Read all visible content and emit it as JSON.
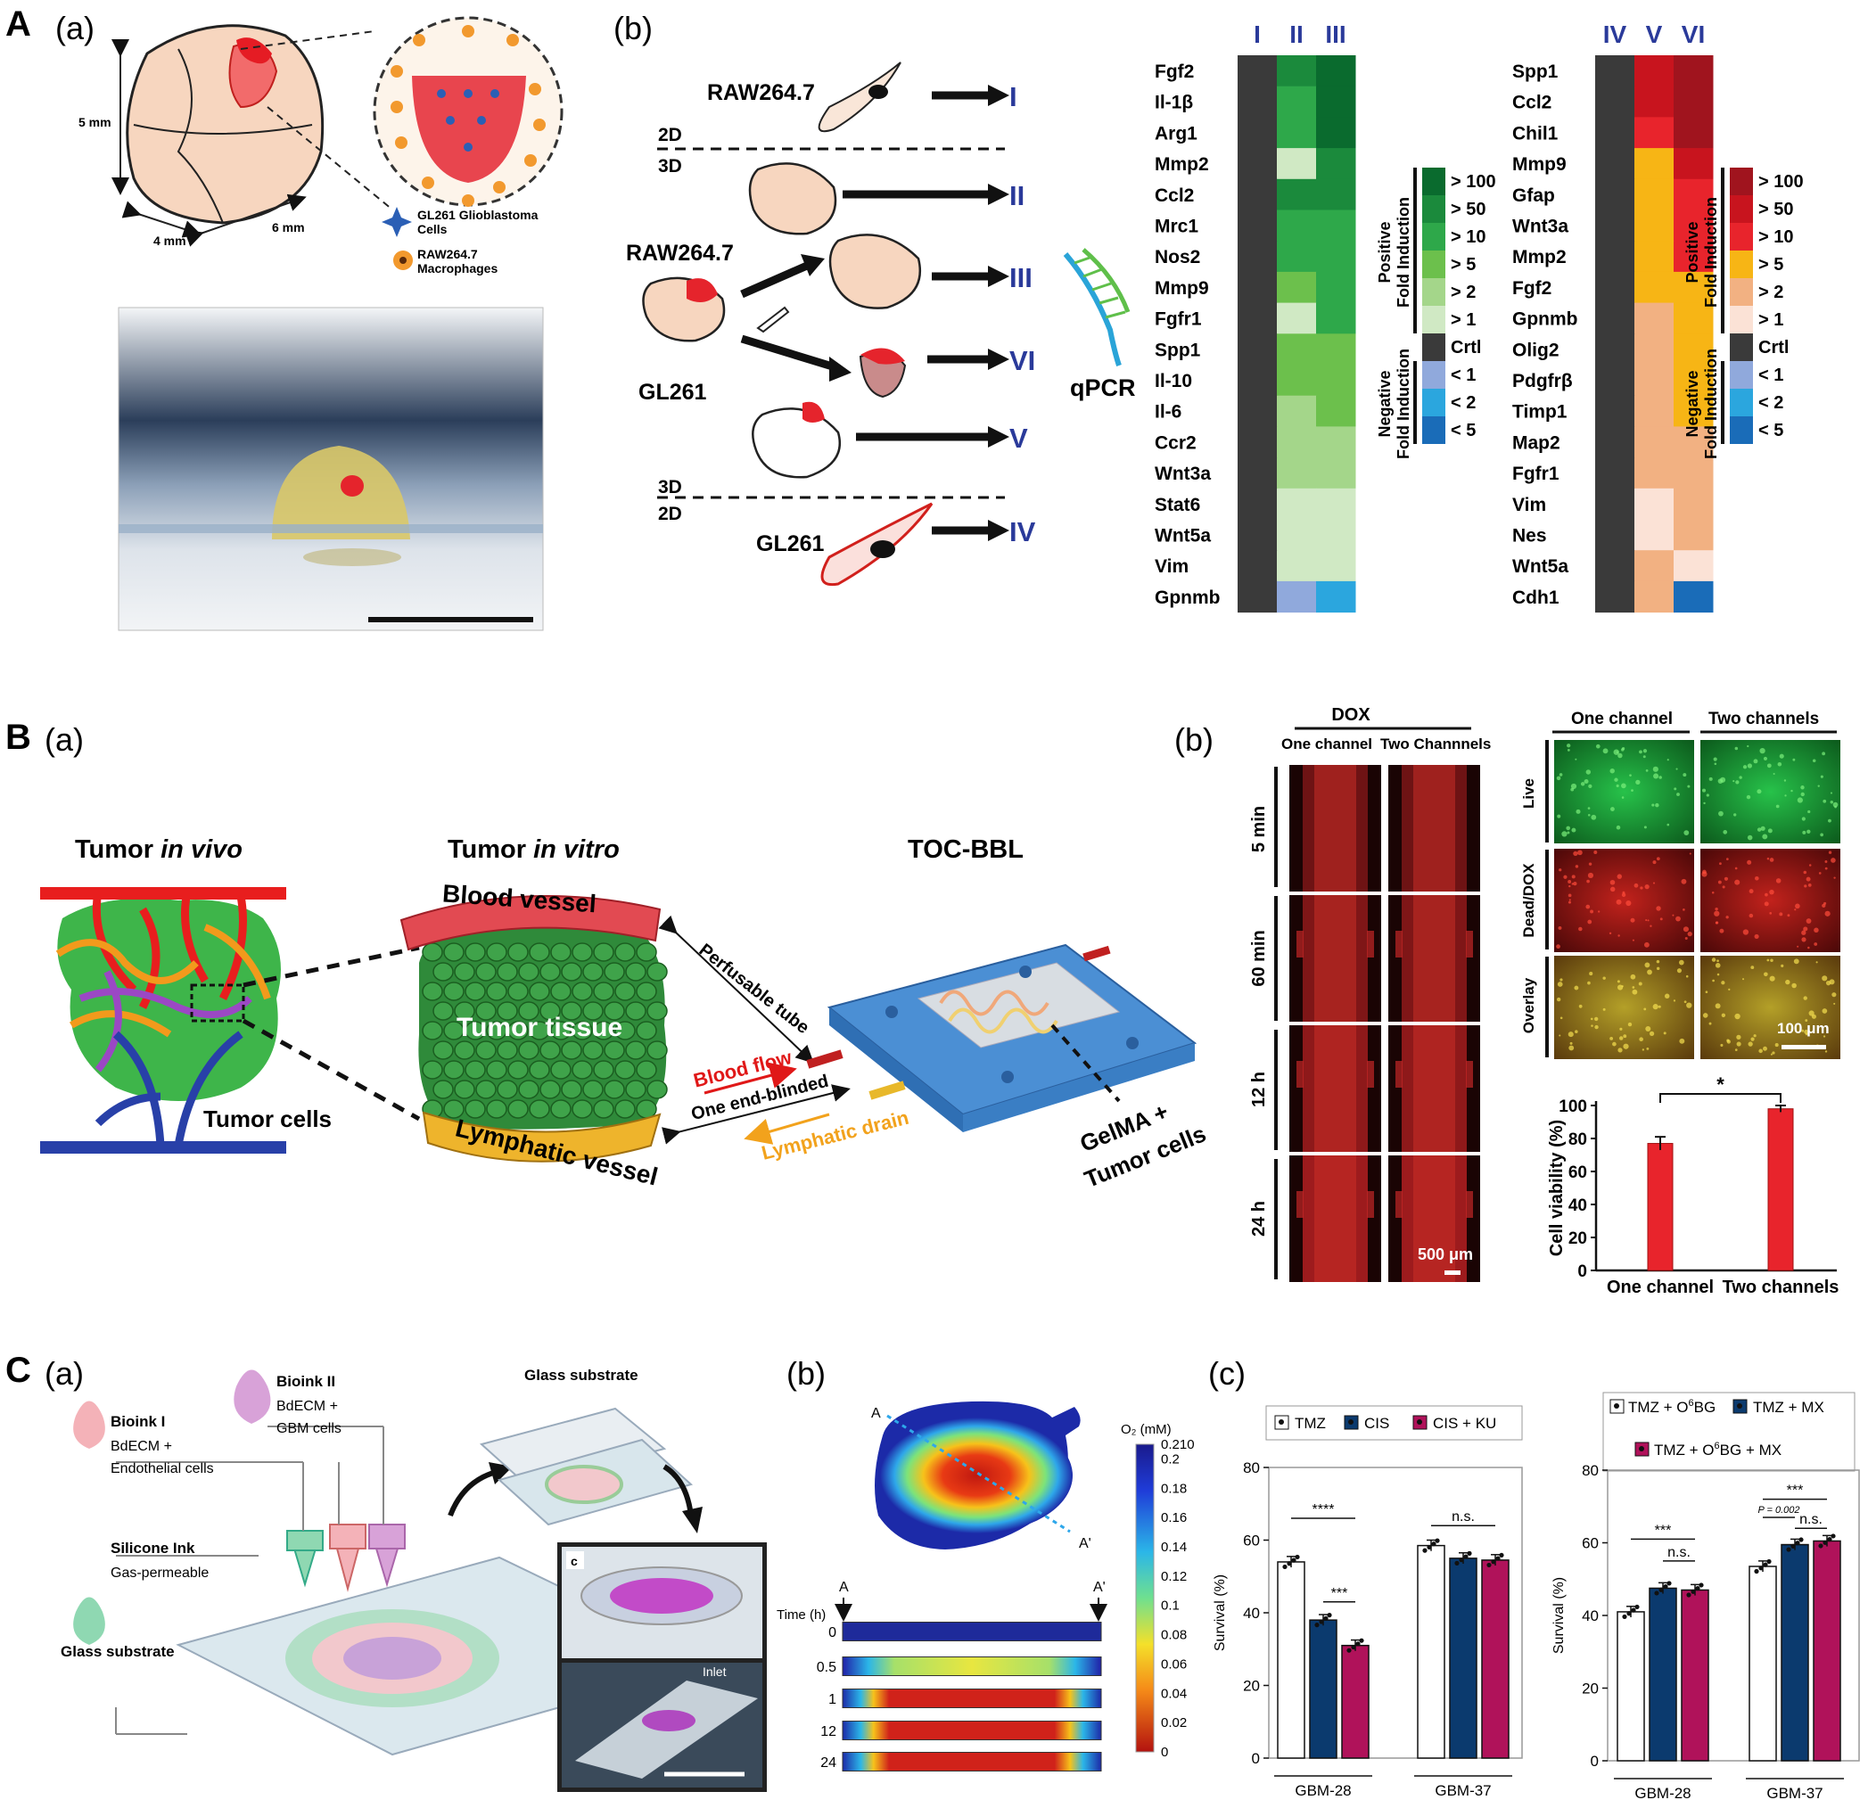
{
  "panels": {
    "A": "A",
    "B": "B",
    "C": "C"
  },
  "sub": {
    "a": "(a)",
    "b": "(b)",
    "c": "(c)"
  },
  "A_a": {
    "dim_h": "5 mm",
    "dim_w": "4 mm",
    "dim_d": "6 mm",
    "legend1": "GL261 Glioblastoma",
    "legend1b": "Cells",
    "legend2": "RAW264.7",
    "legend2b": "Macrophages"
  },
  "A_b": {
    "raw_top": "RAW264.7",
    "raw_mid": "RAW264.7",
    "gl_mid": "GL261",
    "gl_bottom": "GL261",
    "d2": "2D",
    "d3": "3D",
    "qpcr": "qPCR",
    "roman": [
      "I",
      "II",
      "III",
      "VI",
      "V",
      "IV"
    ]
  },
  "heatmap1": {
    "cols": [
      "I",
      "II",
      "III"
    ],
    "genes": [
      "Fgf2",
      "Il-1β",
      "Arg1",
      "Mmp2",
      "Ccl2",
      "Mrc1",
      "Nos2",
      "Mmp9",
      "Fgfr1",
      "Spp1",
      "Il-10",
      "Il-6",
      "Ccr2",
      "Wnt3a",
      "Stat6",
      "Wnt5a",
      "Vim",
      "Gpnmb"
    ]
  },
  "heatmap2": {
    "cols": [
      "IV",
      "V",
      "VI"
    ],
    "genes": [
      "Spp1",
      "Ccl2",
      "Chil1",
      "Mmp9",
      "Gfap",
      "Wnt3a",
      "Mmp2",
      "Fgf2",
      "Gpnmb",
      "Olig2",
      "Pdgfrβ",
      "Timp1",
      "Map2",
      "Fgfr1",
      "Vim",
      "Nes",
      "Wnt5a",
      "Cdh1"
    ]
  },
  "legend": {
    "pos_title1": "Positive",
    "pos_title2": "Fold Induction",
    "neg_title1": "Negative",
    "neg_title2": "Fold Induction",
    "levels": [
      "> 100",
      "> 50",
      "> 10",
      "> 5",
      "> 2",
      "> 1",
      "Crtl",
      "< 1",
      "< 2",
      "< 5"
    ],
    "green": [
      "#0a6b2e",
      "#1b8a3c",
      "#2ea84a",
      "#6cc04c",
      "#a4d68a",
      "#d0e9c4",
      "#3a3a3a",
      "#90a9dc",
      "#2ba6de",
      "#1a6cb8"
    ],
    "red": [
      "#a0141e",
      "#c8141e",
      "#e8242c",
      "#f7b515",
      "#f2b182",
      "#fbe2d6",
      "#3a3a3a",
      "#90a9dc",
      "#2ba6de",
      "#1a6cb8"
    ]
  },
  "B_a": {
    "vivo_1": "Tumor ",
    "vivo_2": "in vivo",
    "vitro_1": "Tumor ",
    "vitro_2": "in vitro",
    "toc": "TOC-BBL",
    "blood_vessel": "Blood vessel",
    "tumor_tissue": "Tumor tissue",
    "lymphatic_vessel": "Lymphatic vessel",
    "tumor_cells": "Tumor cells",
    "perfusable": "Perfusable tube",
    "blood_flow": "Blood flow",
    "one_end": "One end-blinded",
    "lymph_drain": "Lymphatic drain",
    "gelma1": "GelMA +",
    "gelma2": "Tumor cells"
  },
  "B_b": {
    "dox": "DOX",
    "col1": "One channel",
    "col2": "Two Channnels",
    "times": [
      "5 min",
      "60 min",
      "12 h",
      "24 h"
    ],
    "scale": "500 μm",
    "right_col1": "One channel",
    "right_col2": "Two channels",
    "rows": [
      "Live",
      "Dead/DOX",
      "Overlay"
    ],
    "scale2": "100 μm",
    "star": "*"
  },
  "C_a": {
    "bioink1": "Bioink I",
    "bioink1_desc1": "BdECM +",
    "bioink1_desc2": "Endothelial cells",
    "bioink2": "Bioink II",
    "bioink2_desc1": "BdECM +",
    "bioink2_desc2": "GBM cells",
    "silicone": "Silicone Ink",
    "silicone_desc": "Gas-permeable",
    "glass_top": "Glass substrate",
    "glass_bottom": "Glass substrate",
    "inset_c": "c",
    "inlet": "Inlet"
  },
  "C_b": {
    "A": "A",
    "Ap": "A'",
    "unit": "O₂ (mM)",
    "time_label": "Time (h)",
    "times": [
      "0",
      "0.5",
      "1",
      "12",
      "24"
    ],
    "scale_ticks": [
      "0.210",
      "0.2",
      "0.18",
      "0.16",
      "0.14",
      "0.12",
      "0.1",
      "0.08",
      "0.06",
      "0.04",
      "0.02",
      "0"
    ]
  },
  "C_c": {
    "legend1": [
      "TMZ",
      "CIS",
      "CIS + KU"
    ],
    "legend2_a": "TMZ + O",
    "legend2_a_sup": "6",
    "legend2_a_end": "BG",
    "legend2_b": "TMZ + MX",
    "legend2_c": "TMZ + O",
    "legend2_c_sup": "6",
    "legend2_c_end": "BG + MX",
    "p_value": "P = 0.002"
  },
  "chart_data": [
    {
      "type": "bar",
      "categories": [
        "One channel",
        "Two channels"
      ],
      "values": [
        77,
        98
      ],
      "errors": [
        4,
        2
      ],
      "ylabel": "Cell viability (%)",
      "ylim": [
        0,
        100
      ],
      "yticks": [
        "0",
        "20",
        "40",
        "60",
        "80",
        "100"
      ],
      "annotation": "*",
      "color": "#e8242c"
    },
    {
      "type": "bar",
      "groups": [
        "GBM-28",
        "GBM-37"
      ],
      "series": [
        {
          "name": "TMZ",
          "values": [
            54,
            58.5
          ],
          "color": "#ffffff"
        },
        {
          "name": "CIS",
          "values": [
            38,
            55
          ],
          "color": "#0b3a6e"
        },
        {
          "name": "CIS + KU",
          "values": [
            31,
            54.5
          ],
          "color": "#b0125a"
        }
      ],
      "ylabel": "Survival (%)",
      "ylim": [
        0,
        80
      ],
      "yticks": [
        "0",
        "20",
        "40",
        "60",
        "80"
      ],
      "annotations": [
        "****",
        "***",
        "n.s."
      ]
    },
    {
      "type": "bar",
      "groups": [
        "GBM-28",
        "GBM-37"
      ],
      "series": [
        {
          "name": "TMZ + O6BG",
          "values": [
            41,
            53.5
          ],
          "color": "#ffffff"
        },
        {
          "name": "TMZ + MX",
          "values": [
            47.5,
            59.5
          ],
          "color": "#0b3a6e"
        },
        {
          "name": "TMZ + O6BG + MX",
          "values": [
            47,
            60.5
          ],
          "color": "#b0125a"
        }
      ],
      "ylabel": "Survival (%)",
      "ylim": [
        0,
        80
      ],
      "yticks": [
        "0",
        "20",
        "40",
        "60",
        "80"
      ],
      "annotations": [
        "***",
        "n.s.",
        "***",
        "P = 0.002",
        "n.s."
      ]
    }
  ]
}
